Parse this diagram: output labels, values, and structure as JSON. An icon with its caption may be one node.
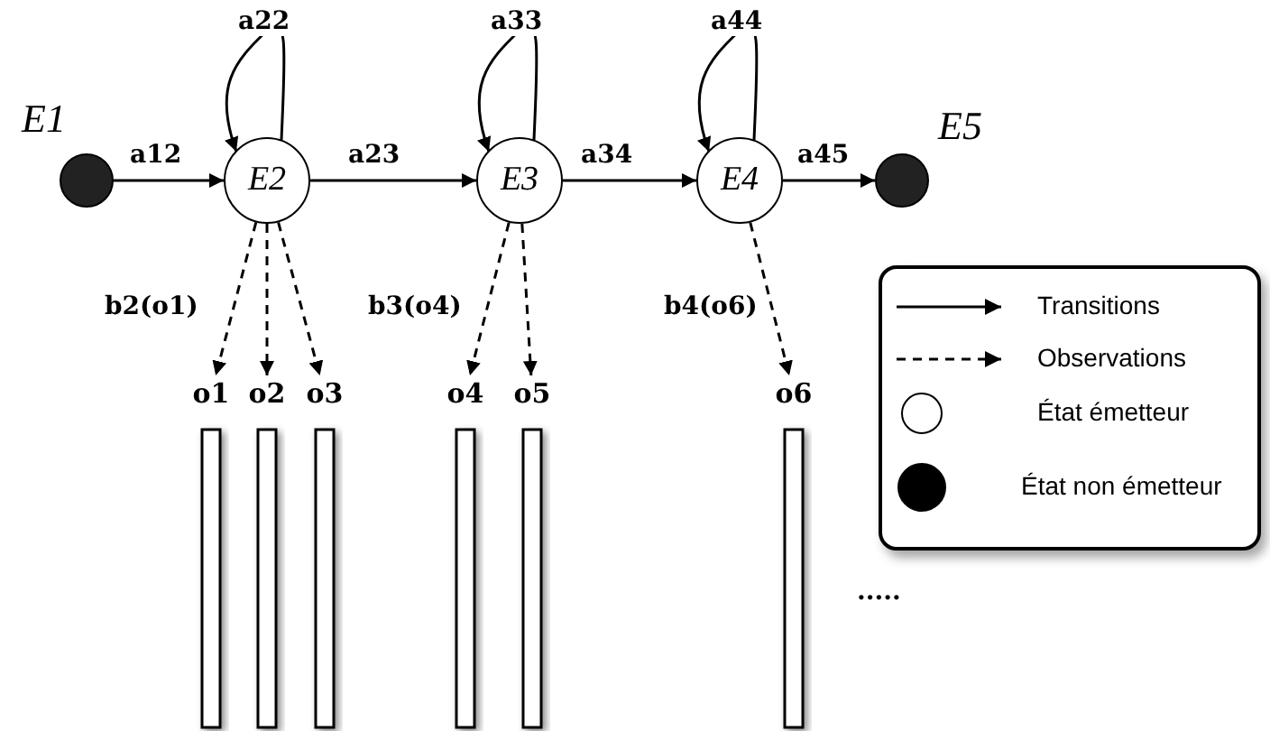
{
  "diagram": {
    "nodes": [
      {
        "text": [],
        "shape": "circle",
        "beside": [
          "E1"
        ]
      },
      {
        "text": [
          "E2"
        ]
      },
      {
        "text": [
          "E3"
        ]
      },
      {
        "text": [
          "E4"
        ]
      },
      {
        "text": [],
        "shape": "circle",
        "beside": [
          "E5"
        ]
      },
      {
        "text": [
          "o1"
        ]
      },
      {
        "text": [
          "o2"
        ]
      },
      {
        "text": [
          "o3"
        ]
      },
      {
        "text": [
          "o4"
        ]
      },
      {
        "text": [
          "o5"
        ]
      },
      {
        "text": [
          "o6"
        ]
      }
    ],
    "edges": [
      {
        "from": 0,
        "to": 1,
        "arrow": "to",
        "label": "a12"
      },
      {
        "from": 1,
        "to": 1,
        "arrow": "to",
        "label": "a22"
      },
      {
        "from": 1,
        "to": 2,
        "arrow": "to",
        "label": "a23"
      },
      {
        "from": 2,
        "to": 2,
        "arrow": "to",
        "label": "a33"
      },
      {
        "from": 2,
        "to": 3,
        "arrow": "to",
        "label": "a34"
      },
      {
        "from": 3,
        "to": 3,
        "arrow": "to",
        "label": "a44"
      },
      {
        "from": 3,
        "to": 4,
        "arrow": "to",
        "label": "a45"
      },
      {
        "from": 1,
        "to": 5,
        "arrow": "to",
        "style": "dashed",
        "label": "b2(o1)"
      },
      {
        "from": 1,
        "to": 6,
        "arrow": "to",
        "style": "dashed"
      },
      {
        "from": 1,
        "to": 7,
        "arrow": "to",
        "style": "dashed"
      },
      {
        "from": 2,
        "to": 8,
        "arrow": "to",
        "style": "dashed",
        "label": "b3(o4)"
      },
      {
        "from": 2,
        "to": 9,
        "arrow": "to",
        "style": "dashed"
      },
      {
        "from": 3,
        "to": 10,
        "arrow": "to",
        "style": "dashed",
        "label": "b4(o6)"
      }
    ],
    "labels": [
      "....."
    ],
    "legend": [
      {
        "text": "Transitions"
      },
      {
        "text": "Observations"
      },
      {
        "text": "État émetteur"
      },
      {
        "text": "État non émetteur"
      }
    ]
  }
}
